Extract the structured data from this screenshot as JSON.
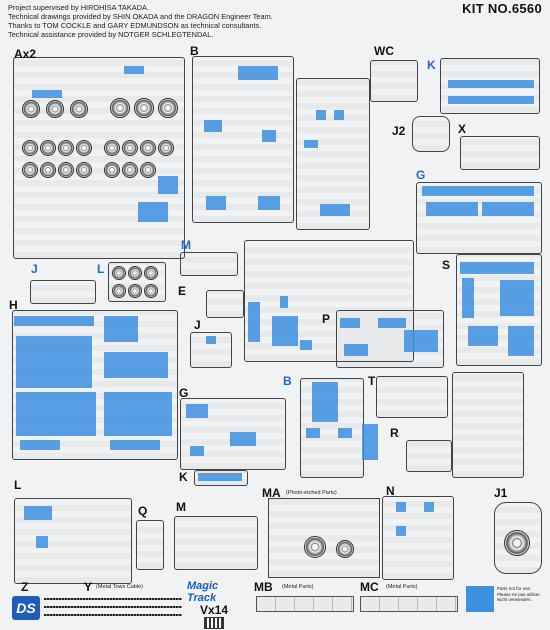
{
  "credits": [
    "Project supervised by HIROHISA TAKADA.",
    "Technical drawings provided by SHIN OKADA and the DRAGON Engineer Team.",
    "Thanks to TOM COCKLE and GARY EDMUNDSON as technical consultants.",
    "Technical assistance provided by NOTGER SCHLEGTENDAL."
  ],
  "kit_number": "KIT NO.6560",
  "sprues": {
    "Ax2": "Ax2",
    "B": "B",
    "WC": "WC",
    "K_top": "K",
    "J2": "J2",
    "X": "X",
    "G_top": "G",
    "M_top": "M",
    "J": "J",
    "L_top": "L",
    "E": "E",
    "S": "S",
    "H": "H",
    "J_small": "J",
    "P": "P",
    "B_mid": "B",
    "T": "T",
    "G_mid": "G",
    "R": "R",
    "K_mid": "K",
    "L_bot": "L",
    "Q": "Q",
    "M_bot": "M",
    "MA": "MA",
    "MA_sub": "(Photo-etched Parts)",
    "N": "N",
    "J1": "J1",
    "Z": "Z",
    "Y": "Y",
    "Y_sub": "(Metal Tows Cable)",
    "MB": "MB",
    "MB_sub": "(Metal Parts)",
    "MC": "MC",
    "MC_sub": "(Metal Parts)",
    "Vx14": "Vx14"
  },
  "logos": {
    "ds": "DS",
    "magic_track": "Magic Track"
  },
  "legend_lines": [
    "Parts not for use.",
    "Please ne pas utiliser.",
    "Nicht verwenden."
  ],
  "colors": {
    "highlight": "#3d8fe0",
    "blue_label": "#2266cc"
  }
}
